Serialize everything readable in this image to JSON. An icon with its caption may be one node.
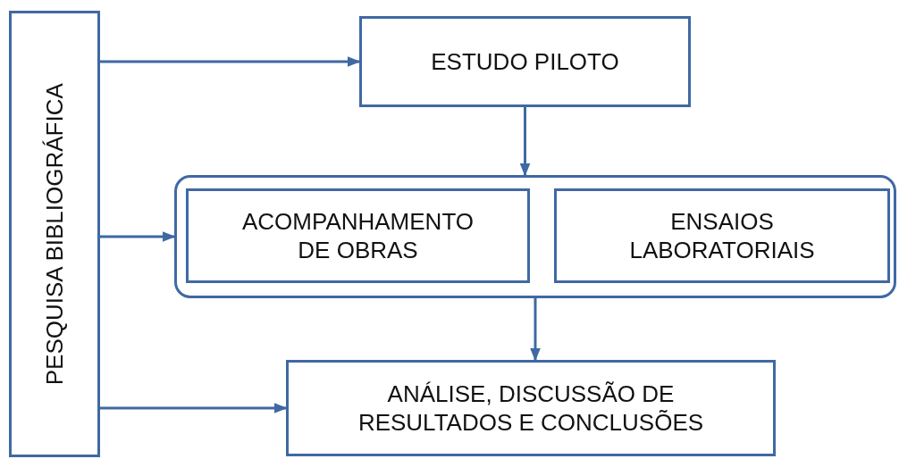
{
  "diagram": {
    "nodes": [
      {
        "text": [
          "PESQUISA BIBLIOGRÁFICA"
        ]
      },
      {
        "text": [
          "ESTUDO PILOTO"
        ]
      },
      {
        "text": [],
        "shape": "box"
      },
      {
        "text": [
          "ACOMPANHAMENTO DE OBRAS"
        ],
        "in": 2
      },
      {
        "text": [
          "ENSAIOS LABORATORIAIS"
        ],
        "in": 2
      },
      {
        "text": [
          "ANÁLISE, DISCUSSÃO DE RESULTADOS E CONCLUSÕES"
        ]
      }
    ],
    "edges": [
      {
        "from": 0,
        "to": 1,
        "arrow": "to"
      },
      {
        "from": 0,
        "to": 2,
        "arrow": "to"
      },
      {
        "from": 0,
        "to": 5,
        "arrow": "to"
      },
      {
        "from": 1,
        "to": 2,
        "arrow": "to"
      },
      {
        "from": 2,
        "to": 5,
        "arrow": "to"
      }
    ]
  }
}
